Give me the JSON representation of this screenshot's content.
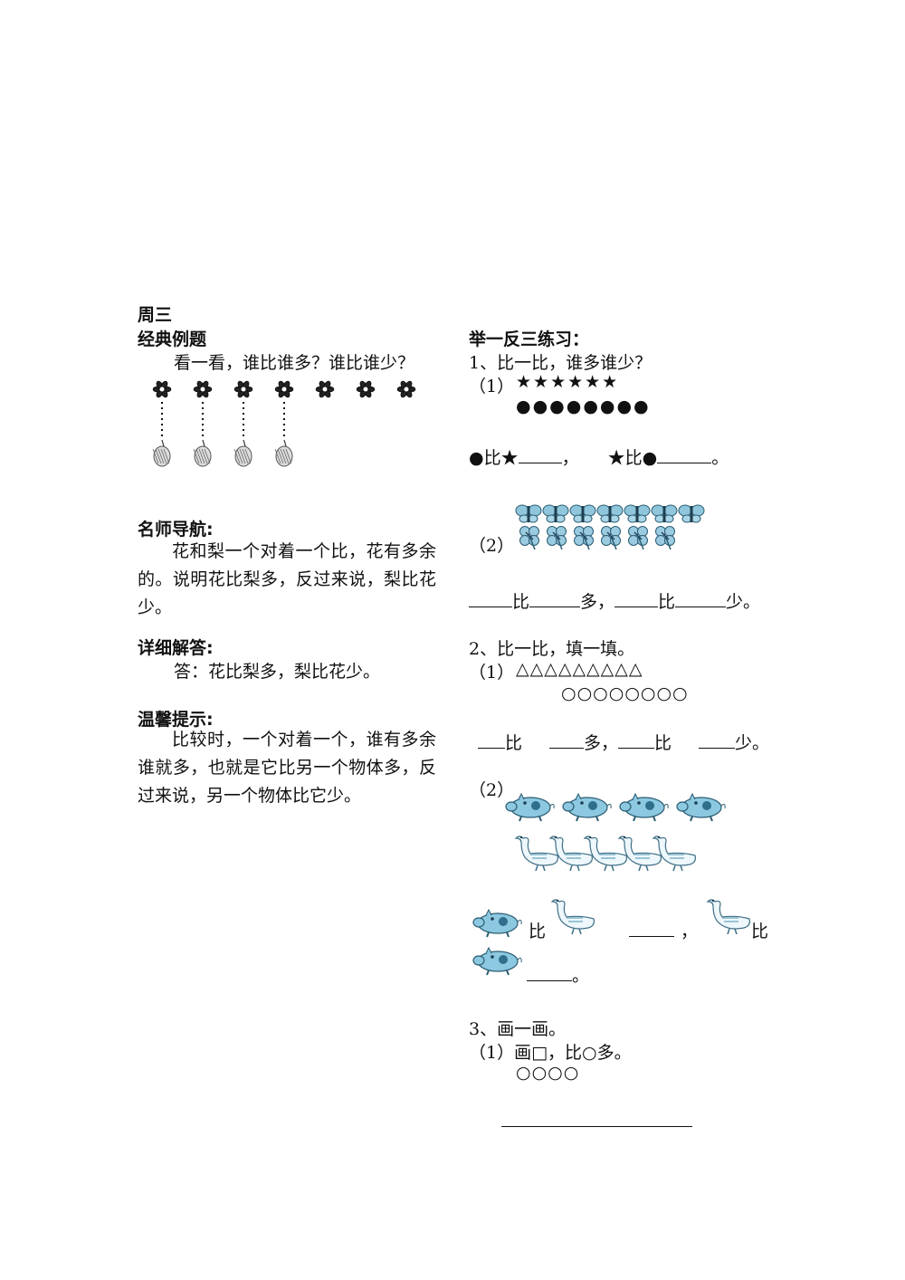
{
  "left": {
    "day_heading": "周三",
    "example_heading": "经典例题",
    "example_question": "看一看，谁比谁多？谁比谁少？",
    "example_figure": {
      "flowers": 7,
      "pears": 4,
      "matched": 4
    },
    "guide_heading": "名师导航:",
    "guide_text": "花和梨一个对着一个比，花有多余的。说明花比梨多，反过来说，梨比花少。",
    "answer_heading": "详细解答:",
    "answer_text": "答：花比梨多，梨比花少。",
    "tip_heading": "温馨提示:",
    "tip_text": "比较时，一个对着一个，谁有多余谁就多，也就是它比另一个物体多，反过来说，另一个物体比它少。"
  },
  "right": {
    "practice_heading": "举一反三练习：",
    "q1": {
      "title": "1、比一比，谁多谁少？",
      "p1_label": "（1）",
      "stars": "★★★★★★",
      "dots": "●●●●●●●●",
      "p1_fill_a": "●比★",
      "p1_sep": "，",
      "p1_fill_b": "★比●",
      "p1_end": "。",
      "p2_label": "（2）",
      "butterflies": 7,
      "clovers": 6,
      "p2_bi1": "比",
      "p2_duo": "多，",
      "p2_bi2": "比",
      "p2_shao": "少。"
    },
    "q2": {
      "title": "2、比一比，填一填。",
      "p1_label": "（1）",
      "triangles": "△△△△△△△△△",
      "circles": "○○○○○○○○",
      "bi1": "比",
      "duo": "多，",
      "bi2": "比",
      "shao": "少。",
      "p2_label": "（2）",
      "pigs": 4,
      "geese": 5,
      "bi3": "比",
      "comma": "，",
      "bi4": "比",
      "end": "。"
    },
    "q3": {
      "title": "3、画一画。",
      "p1_text": "（1）画□，比○多。",
      "circles": "○○○○"
    }
  }
}
